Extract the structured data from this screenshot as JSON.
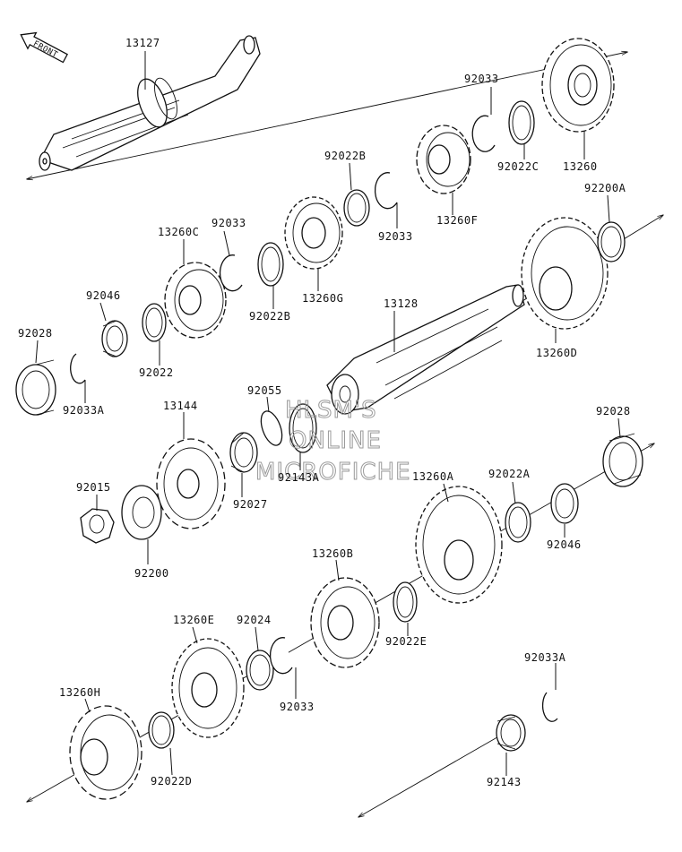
{
  "front_label": "FRONT",
  "watermark": {
    "line1": "HLSM'S",
    "line2": "ONLINE",
    "line3": "MICROFICHE"
  },
  "parts": {
    "p13127": "13127",
    "p13128": "13128",
    "p13144": "13144",
    "p13260": "13260",
    "p13260A": "13260A",
    "p13260B": "13260B",
    "p13260C": "13260C",
    "p13260D": "13260D",
    "p13260E": "13260E",
    "p13260F": "13260F",
    "p13260G": "13260G",
    "p13260H": "13260H",
    "p92015": "92015",
    "p92022": "92022",
    "p92022A": "92022A",
    "p92022B_top": "92022B",
    "p92022B_mid": "92022B",
    "p92022C": "92022C",
    "p92022D": "92022D",
    "p92022E": "92022E",
    "p92024": "92024",
    "p92027": "92027",
    "p92028_left": "92028",
    "p92028_right": "92028",
    "p92033_top": "92033",
    "p92033_mid1": "92033",
    "p92033_mid2": "92033",
    "p92033_low": "92033",
    "p92033A_left": "92033A",
    "p92033A_right": "92033A",
    "p92046_left": "92046",
    "p92046_right": "92046",
    "p92055": "92055",
    "p92143": "92143",
    "p92143A": "92143A",
    "p92200": "92200",
    "p92200A": "92200A"
  },
  "colors": {
    "line": "#111111",
    "watermark": "#9a9a9a"
  }
}
